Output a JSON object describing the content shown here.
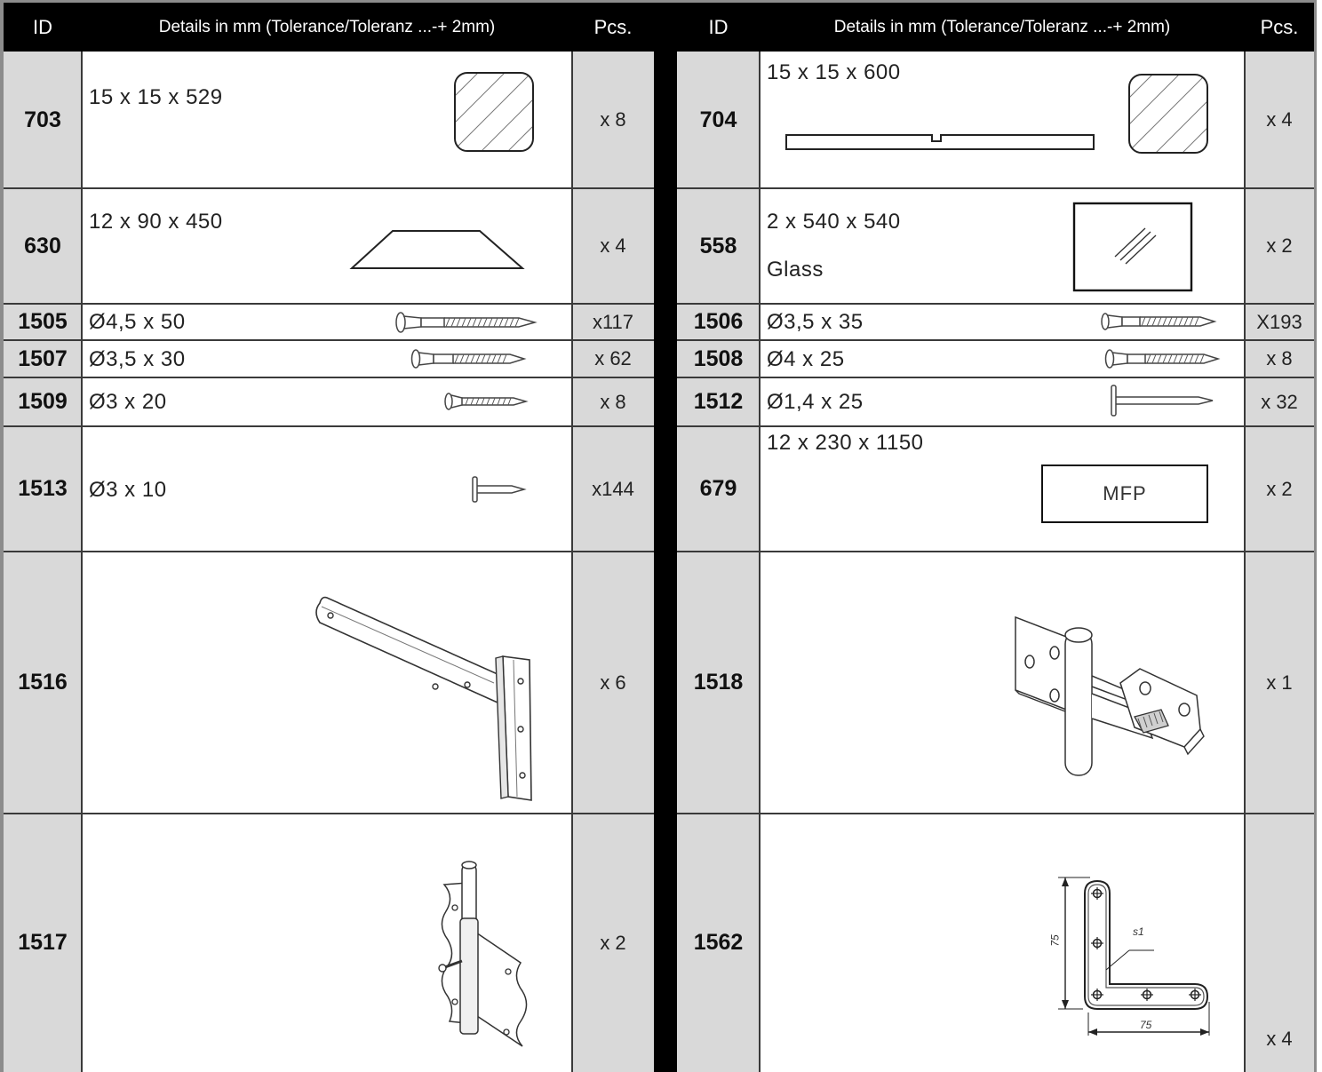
{
  "header": {
    "left": {
      "id": "ID",
      "details": "Details in mm (Tolerance/Toleranz ...-+ 2mm)",
      "pcs": "Pcs."
    },
    "right": {
      "id": "ID",
      "details": "Details in mm (Tolerance/Toleranz ...-+ 2mm)",
      "pcs": "Pcs."
    }
  },
  "left_rows": [
    {
      "id": "703",
      "details": "15 x 15 x 529",
      "pcs": "x 8",
      "icon": "square-profile-icon"
    },
    {
      "id": "630",
      "details": "12 x 90 x 450",
      "pcs": "x 4",
      "icon": "trapezoid-board-icon"
    },
    {
      "id": "1505",
      "details": "Ø4,5 x 50",
      "pcs": "x117",
      "icon": "screw-icon"
    },
    {
      "id": "1507",
      "details": "Ø3,5 x 30",
      "pcs": "x 62",
      "icon": "screw-icon"
    },
    {
      "id": "1509",
      "details": "Ø3 x 20",
      "pcs": "x 8",
      "icon": "screw-icon"
    },
    {
      "id": "1513",
      "details": "Ø3 x 10",
      "pcs": "x144",
      "icon": "nail-icon"
    },
    {
      "id": "1516",
      "details": "",
      "pcs": "x 6",
      "icon": "t-hinge-icon"
    },
    {
      "id": "1517",
      "details": "",
      "pcs": "x 2",
      "icon": "pin-hinge-icon"
    }
  ],
  "right_rows": [
    {
      "id": "704",
      "details": "15 x 15 x 600",
      "pcs": "x 4",
      "icon": "notched-strip-icon"
    },
    {
      "id": "558",
      "details": "2 x 540 x 540",
      "details2": "Glass",
      "pcs": "x 2",
      "icon": "glass-pane-icon"
    },
    {
      "id": "1506",
      "details": "Ø3,5 x 35",
      "pcs": "X193",
      "icon": "screw-icon"
    },
    {
      "id": "1508",
      "details": "Ø4 x 25",
      "pcs": "x 8",
      "icon": "screw-icon"
    },
    {
      "id": "1512",
      "details": "Ø1,4 x 25",
      "pcs": "x 32",
      "icon": "nail-icon"
    },
    {
      "id": "679",
      "details": "12 x 230 x 1150",
      "box_label": "MFP",
      "pcs": "x 2",
      "icon": "board-box-icon"
    },
    {
      "id": "1518",
      "details": "",
      "pcs": "x 1",
      "icon": "hinge-bracket-icon"
    },
    {
      "id": "1562",
      "details": "",
      "pcs": "x 4",
      "icon": "angle-bracket-icon"
    }
  ],
  "bracket_dims": {
    "height": "75",
    "width": "75",
    "thickness": "s1"
  }
}
